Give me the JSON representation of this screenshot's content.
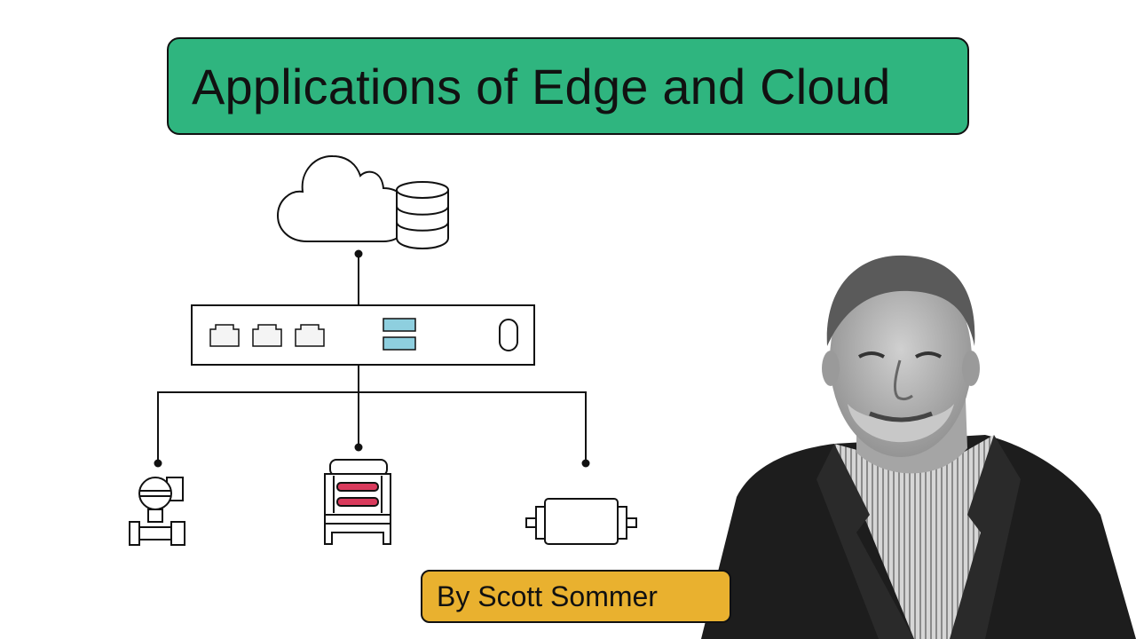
{
  "title": {
    "text": "Applications of Edge and Cloud",
    "bg_color": "#2fb57f"
  },
  "author": {
    "text": "By Scott Sommer",
    "bg_color": "#e9b12f"
  },
  "diagram": {
    "cloud": {
      "icon": "cloud-icon"
    },
    "database": {
      "icon": "database-icon"
    },
    "gateway": {
      "icon": "edge-gateway-icon",
      "ethernet_ports": 3,
      "usb_color": "#8ecfdf"
    },
    "devices": [
      {
        "icon": "flow-meter-icon"
      },
      {
        "icon": "industrial-press-icon",
        "accent_color": "#d93a5c"
      },
      {
        "icon": "motor-icon"
      }
    ]
  },
  "presenter": {
    "icon": "presenter-photo"
  }
}
